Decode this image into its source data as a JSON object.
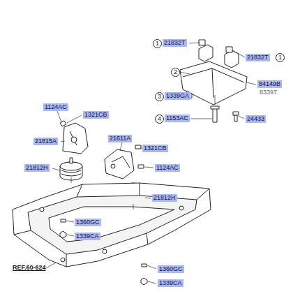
{
  "diagram": {
    "nodes": [
      {
        "text": [
          "1"
        ]
      },
      {
        "text": [
          "21832T"
        ]
      },
      {
        "text": [
          "21832T"
        ]
      },
      {
        "text": [
          "1"
        ]
      },
      {
        "text": [
          "2"
        ]
      },
      {
        "text": [
          "84149B"
        ]
      },
      {
        "text": [
          "3"
        ]
      },
      {
        "text": [
          "1339GA"
        ]
      },
      {
        "text": [
          "4"
        ]
      },
      {
        "text": [
          "1153AC"
        ]
      },
      {
        "text": [
          "24433"
        ]
      },
      {
        "text": [
          "1124AC"
        ]
      },
      {
        "text": [
          "1321CB"
        ]
      },
      {
        "text": [
          "21815A"
        ]
      },
      {
        "text": [
          "21611A"
        ]
      },
      {
        "text": [
          "1321CB"
        ]
      },
      {
        "text": [
          "21812H"
        ]
      },
      {
        "text": [
          "1124AC"
        ]
      },
      {
        "text": [
          "21812H"
        ]
      },
      {
        "text": [
          "1360GC"
        ]
      },
      {
        "text": [
          "1339CA"
        ]
      },
      {
        "text": [
          "1360GC"
        ]
      },
      {
        "text": [
          "1339CA"
        ]
      }
    ],
    "edges": [],
    "labels": [
      "83397",
      "REF.60-624"
    ]
  }
}
